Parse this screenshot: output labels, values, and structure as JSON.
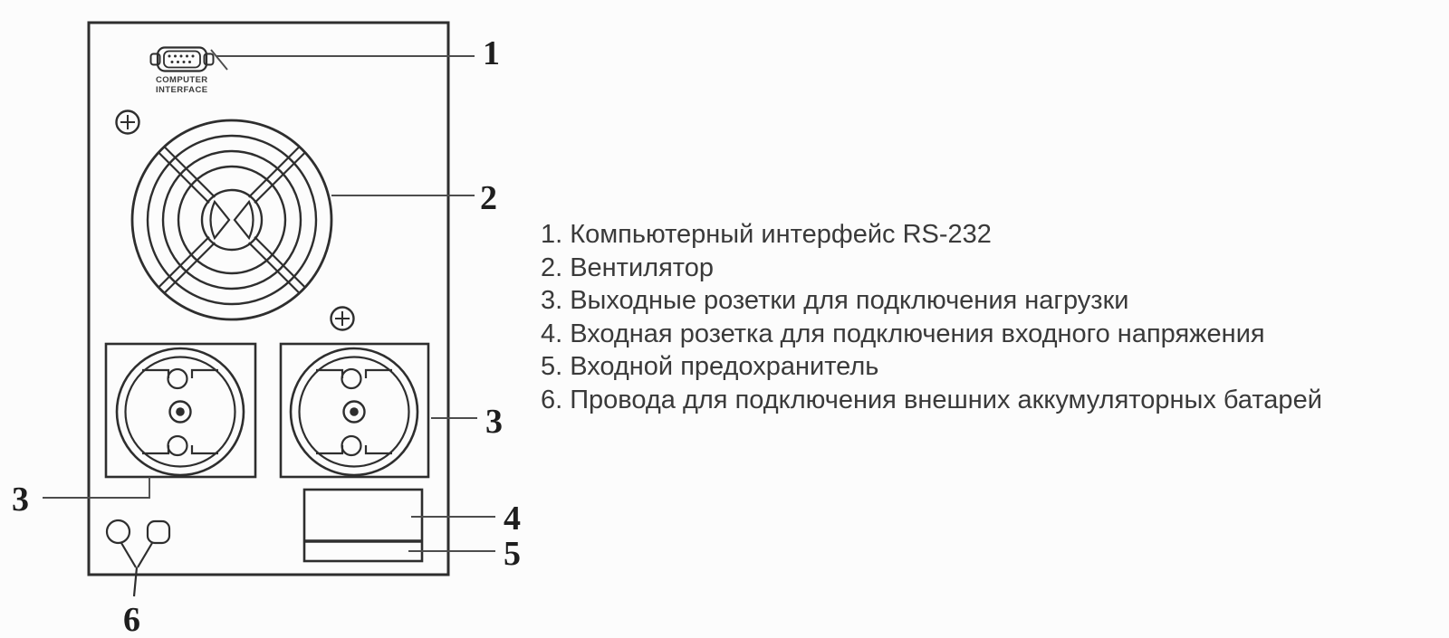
{
  "colors": {
    "background": "#fcfcfc",
    "line": "#2e2e2e",
    "callout_line": "#4d4d4d",
    "digit": "#1e1e1e",
    "legend_text": "#3a3a3a"
  },
  "diagram": {
    "connector_label_line1": "COMPUTER",
    "connector_label_line2": "INTERFACE",
    "callouts": {
      "c1": "1",
      "c2": "2",
      "c3_right": "3",
      "c3_left": "3",
      "c4": "4",
      "c5": "5",
      "c6": "6"
    }
  },
  "legend": {
    "items": [
      {
        "num": "1.",
        "text": "Компьютерный интерфейс RS-232"
      },
      {
        "num": "2.",
        "text": "Вентилятор"
      },
      {
        "num": "3.",
        "text": "Выходные розетки для подключения нагрузки"
      },
      {
        "num": "4.",
        "text": "Входная розетка для подключения входного напряжения"
      },
      {
        "num": "5.",
        "text": "Входной предохранитель"
      },
      {
        "num": "6.",
        "text": "Провода для подключения внешних аккумуляторных батарей"
      }
    ]
  }
}
